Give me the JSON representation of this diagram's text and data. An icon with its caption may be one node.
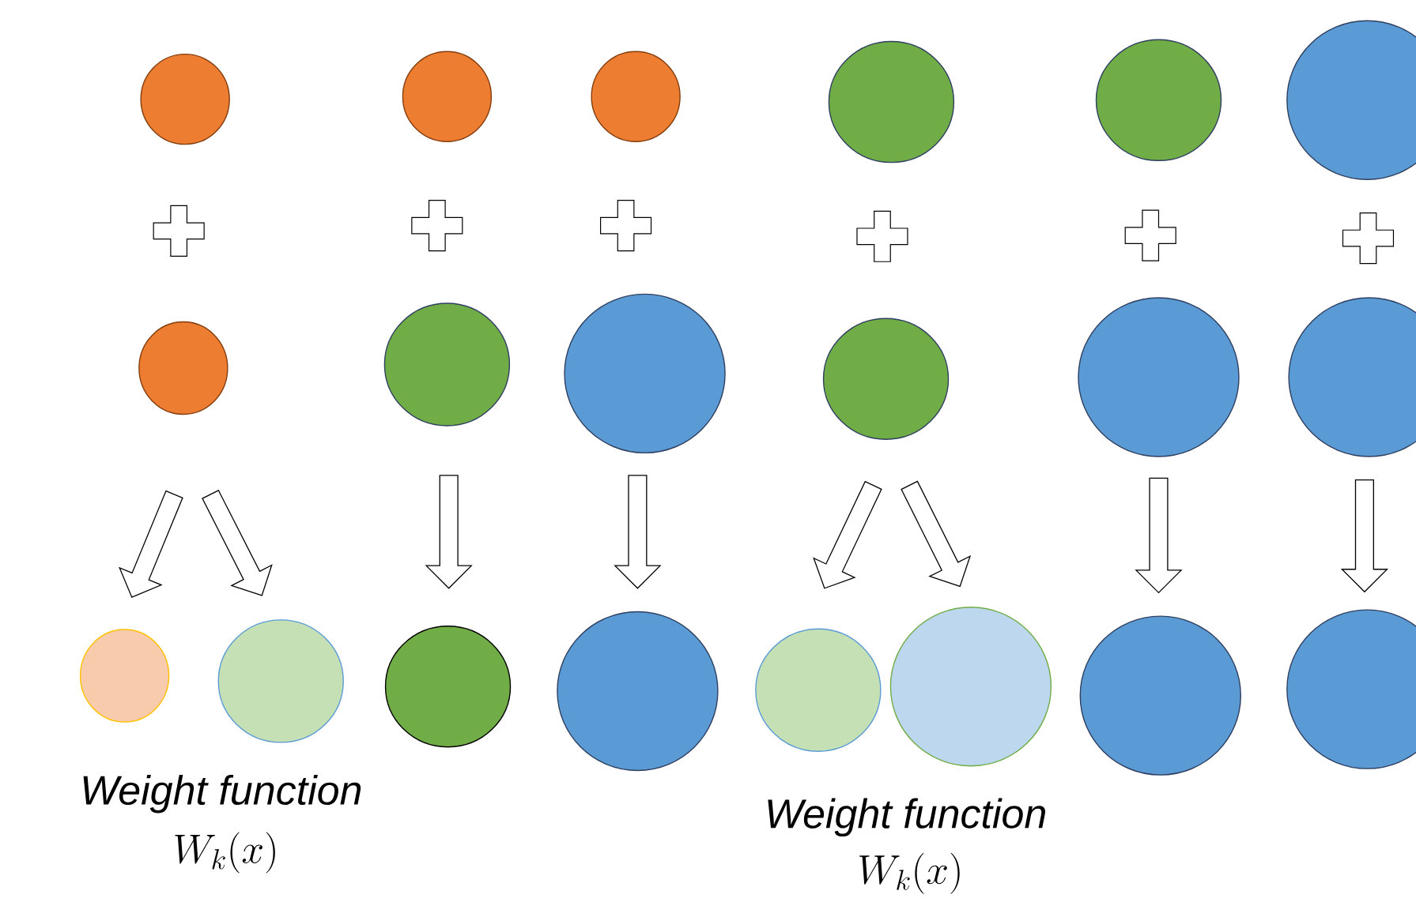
{
  "diagram": {
    "nodes": [
      {
        "text": [],
        "shape": "circle"
      },
      {
        "text": [],
        "shape": "circle"
      },
      {
        "text": [],
        "shape": "circle"
      },
      {
        "text": [],
        "shape": "circle"
      },
      {
        "text": [],
        "shape": "circle"
      },
      {
        "text": [],
        "shape": "circle"
      },
      {
        "text": [],
        "shape": "circle"
      },
      {
        "text": [],
        "shape": "circle"
      },
      {
        "text": [],
        "shape": "circle"
      },
      {
        "text": [],
        "shape": "circle"
      },
      {
        "text": [],
        "shape": "circle"
      },
      {
        "text": [],
        "shape": "circle"
      },
      {
        "text": [],
        "shape": "circle"
      },
      {
        "text": [],
        "shape": "circle"
      },
      {
        "text": [],
        "shape": "circle"
      },
      {
        "text": [],
        "shape": "circle"
      },
      {
        "text": [],
        "shape": "circle"
      },
      {
        "text": [],
        "shape": "circle"
      },
      {
        "text": [],
        "shape": "circle"
      },
      {
        "text": [],
        "shape": "circle"
      }
    ],
    "edges": [
      {
        "from": 6,
        "to": 12,
        "arrow": "to"
      },
      {
        "from": 6,
        "to": 13,
        "arrow": "to"
      },
      {
        "from": 7,
        "to": 14,
        "arrow": "to"
      },
      {
        "from": 8,
        "to": 15,
        "arrow": "to"
      },
      {
        "from": 9,
        "to": 16,
        "arrow": "to"
      },
      {
        "from": 9,
        "to": 17,
        "arrow": "to"
      },
      {
        "from": 10,
        "to": 18,
        "arrow": "to"
      },
      {
        "from": 11,
        "to": 19,
        "arrow": "to"
      }
    ],
    "labels": [
      "Weight function",
      "W_k(x)",
      "Weight function",
      "W_k(x)"
    ]
  }
}
